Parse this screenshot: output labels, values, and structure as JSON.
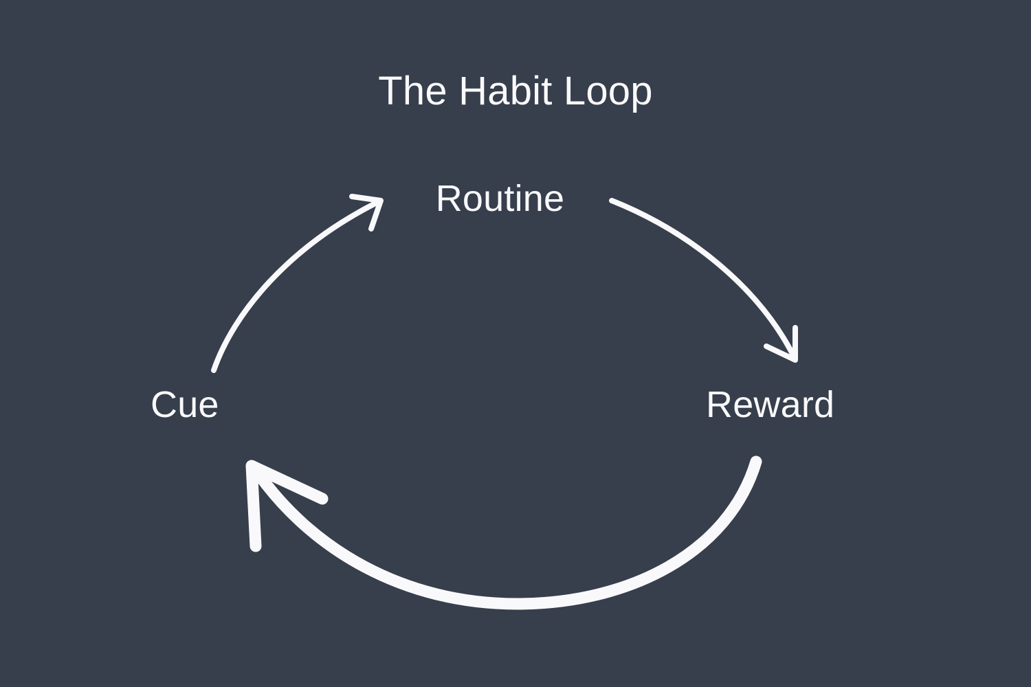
{
  "diagram": {
    "title": "The Habit Loop",
    "type": "cycle-diagram",
    "background_color": "#373e4c",
    "foreground_color": "#f9f9fb",
    "nodes": [
      {
        "id": "cue",
        "label": "Cue",
        "position": "left"
      },
      {
        "id": "routine",
        "label": "Routine",
        "position": "top"
      },
      {
        "id": "reward",
        "label": "Reward",
        "position": "right"
      }
    ],
    "edges": [
      {
        "id": "cue-to-routine",
        "from": "Cue",
        "to": "Routine",
        "style": "curved-arrow",
        "stroke_width": 8
      },
      {
        "id": "routine-to-reward",
        "from": "Routine",
        "to": "Reward",
        "style": "curved-arrow",
        "stroke_width": 8
      },
      {
        "id": "reward-to-cue",
        "from": "Reward",
        "to": "Cue",
        "style": "curved-arrow",
        "stroke_width": 17
      }
    ]
  }
}
